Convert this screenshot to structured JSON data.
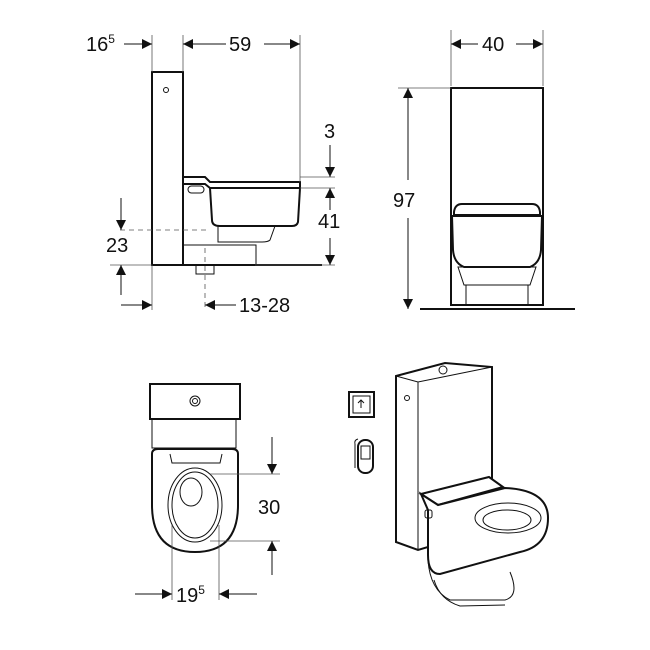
{
  "diagram": {
    "subject": "Wall-hung shower toilet with sanitary module — dimension drawing",
    "units": "cm",
    "views": {
      "side": {
        "dimensions": {
          "module_depth": {
            "main": "16",
            "sup": "5"
          },
          "bowl_projection": "59",
          "seat_thickness": "3",
          "seat_height": "41",
          "waste_height": "23",
          "waste_offset": "13-28"
        }
      },
      "front": {
        "dimensions": {
          "width": "40",
          "height": "97"
        }
      },
      "top": {
        "dimensions": {
          "opening_length": "30",
          "opening_width": {
            "main": "19",
            "sup": "5"
          }
        }
      },
      "perspective": {
        "accessories": [
          "wall-control-panel",
          "remote-control"
        ]
      }
    },
    "colors": {
      "line": "#111111",
      "background": "#ffffff"
    }
  }
}
